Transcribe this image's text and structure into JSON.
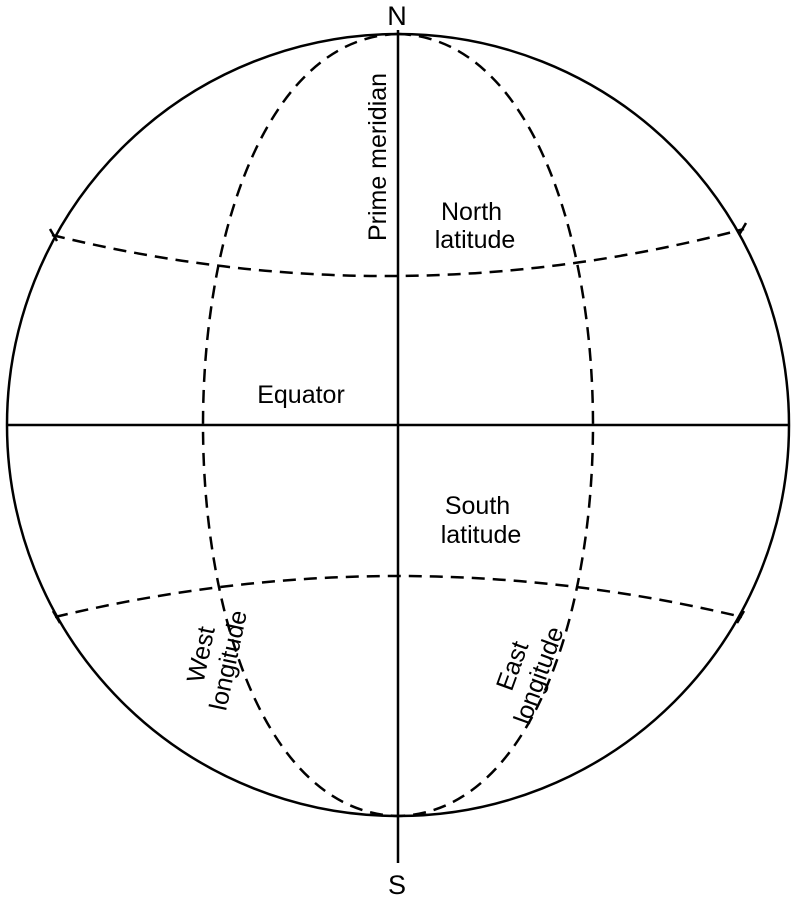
{
  "poles": {
    "north": "N",
    "south": "S"
  },
  "labels": {
    "prime_meridian": "Prime meridian",
    "north_latitude": [
      "North",
      "latitude"
    ],
    "equator": "Equator",
    "south_latitude": [
      "South",
      "latitude"
    ],
    "west_longitude": [
      "West",
      "longitude"
    ],
    "east_longitude": [
      "East",
      "longitude"
    ]
  },
  "colors": {
    "line": "#000000",
    "background": "#ffffff"
  }
}
